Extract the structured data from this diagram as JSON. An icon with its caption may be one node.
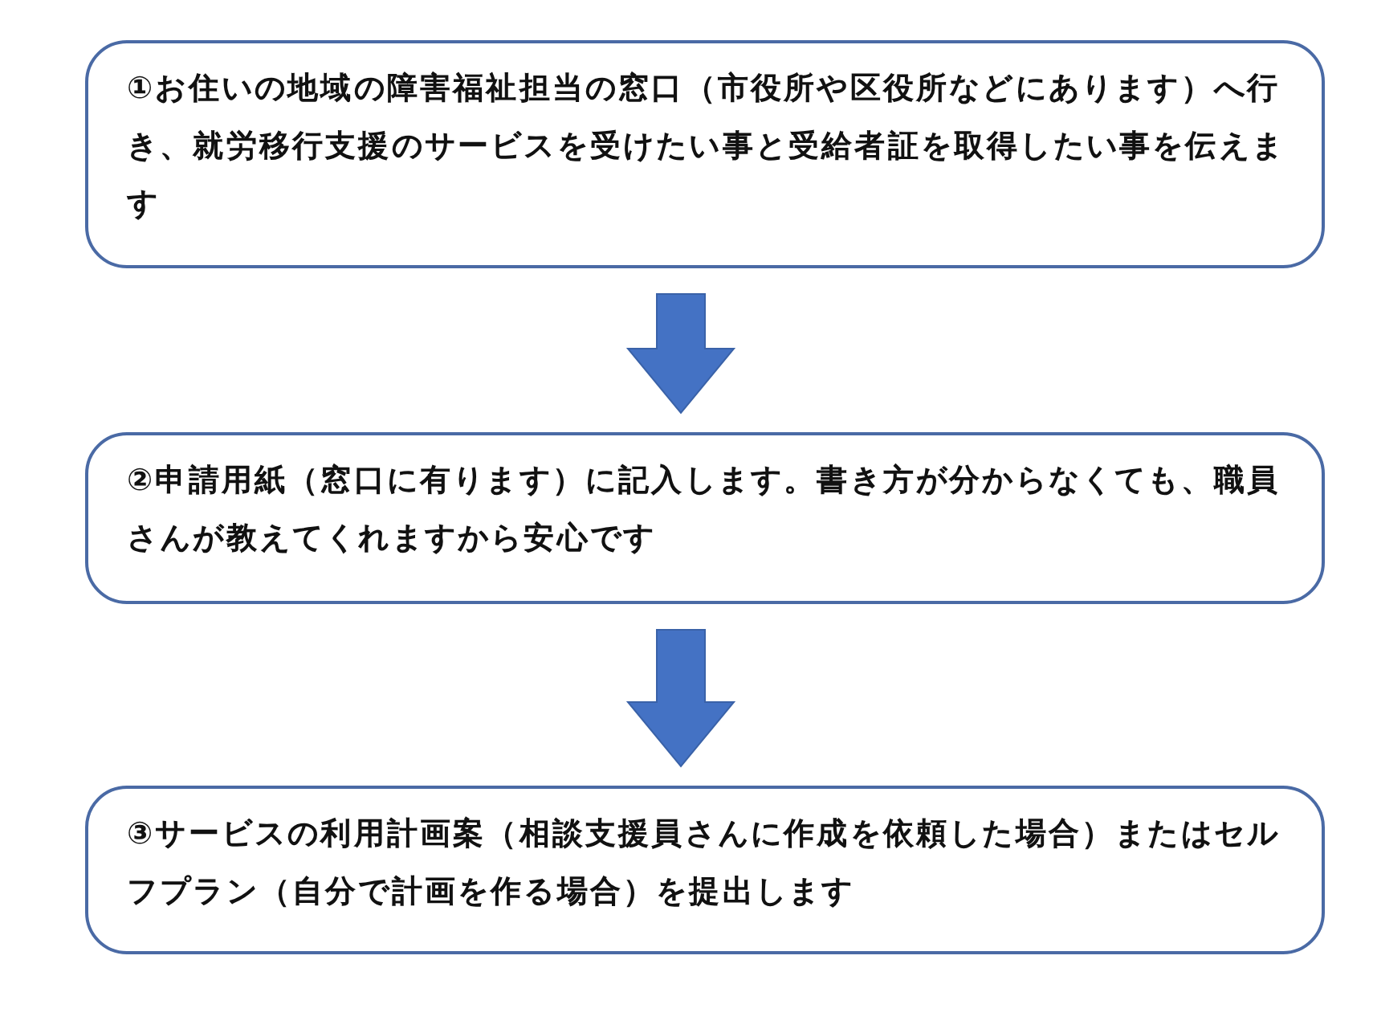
{
  "diagram": {
    "nodes": [
      {
        "text": [
          "①お住いの地域の障害福祉担当の窓口（市役所や区役所などにあります）へ行き、就労移行支援のサービスを受けたい事と受給者証を取得したい事を伝えます"
        ]
      },
      {
        "text": [
          "②申請用紙（窓口に有ります）に記入します。書き方が分からなくても、職員さんが教えてくれますから安心です"
        ]
      },
      {
        "text": [
          "③サービスの利用計画案（相談支援員さんに作成を依頼した場合）またはセルフプラン（自分で計画を作る場合）を提出します"
        ]
      }
    ],
    "edges": [
      {
        "from": 0,
        "to": 1,
        "arrow": "to"
      },
      {
        "from": 1,
        "to": 2,
        "arrow": "to"
      }
    ]
  }
}
